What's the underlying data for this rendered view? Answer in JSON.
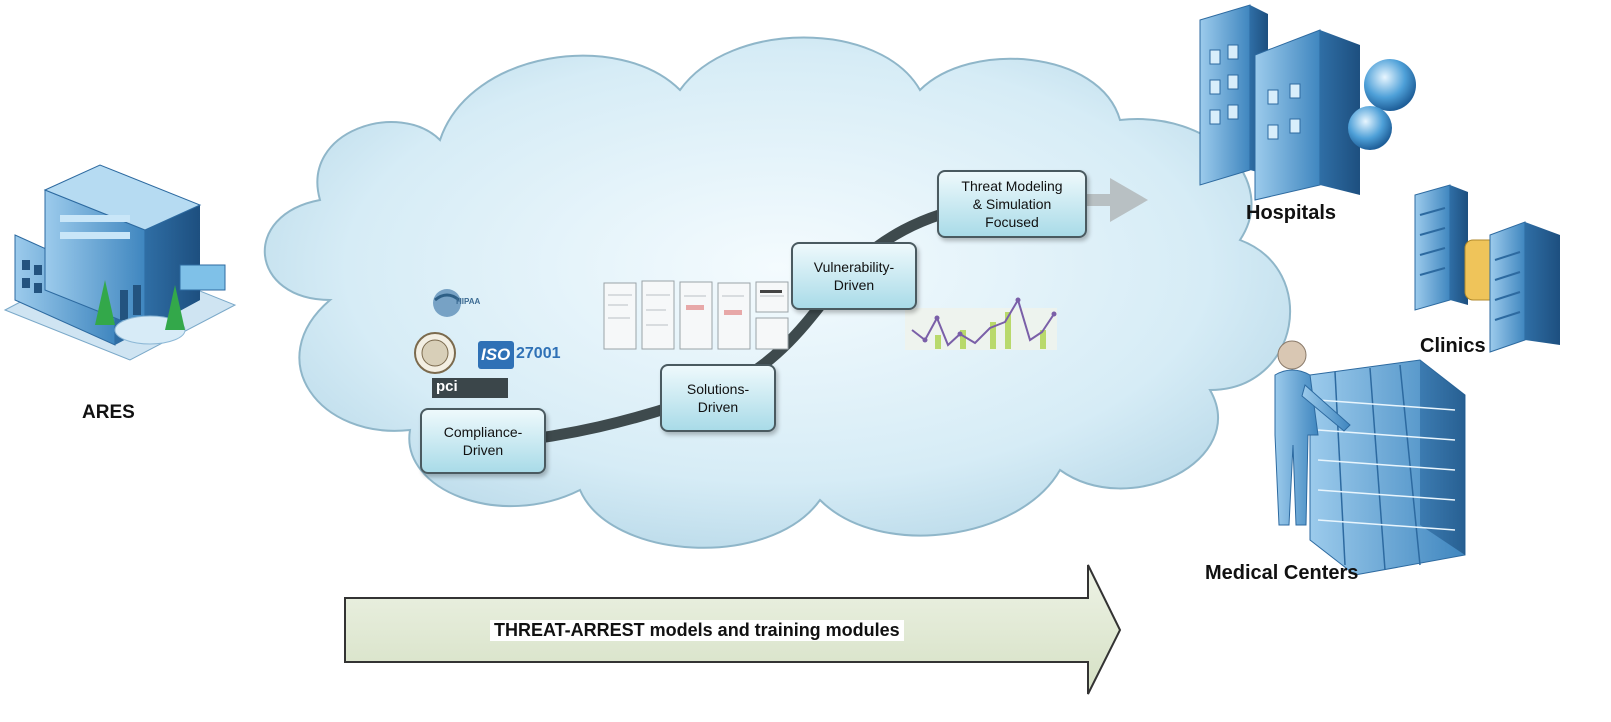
{
  "entities": {
    "source": "ARES",
    "targets": [
      "Hospitals",
      "Clinics",
      "Medical Centers"
    ]
  },
  "stages": [
    {
      "label": "Compliance-\nDriven"
    },
    {
      "label": "Solutions-\nDriven"
    },
    {
      "label": "Vulnerability-\nDriven"
    },
    {
      "label": "Threat Modeling\n& Simulation\nFocused"
    }
  ],
  "bottom_arrow": {
    "label": "THREAT-ARREST models and training modules"
  },
  "logos": {
    "hipaa": "HIPAA",
    "iso_mark": "ISO",
    "iso_number": "27001",
    "pci": "pci"
  },
  "colors": {
    "cloud_fill": "#d6ecf6",
    "stage_box": "#b9e3ee",
    "path_curve": "#3e4a4d",
    "bottom_arrow_fill": "#e3ebd7",
    "building_blue": "#5aa5d6"
  }
}
